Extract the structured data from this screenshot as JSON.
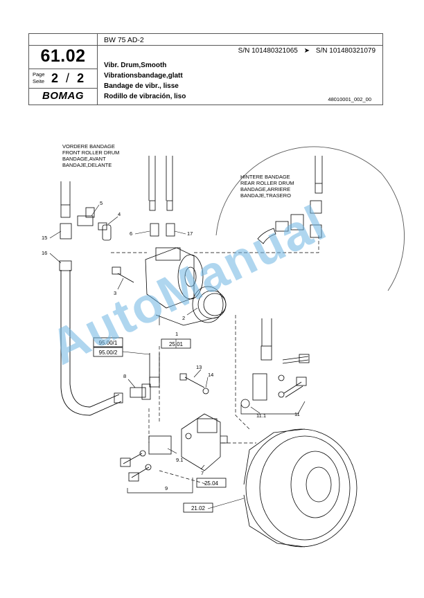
{
  "header": {
    "model": "BW 75 AD-2",
    "page_number": "61.02",
    "page_label": "Page",
    "seite_label": "Seite",
    "page_current": "2",
    "page_sep": "/",
    "page_total": "2",
    "brand": "BOMAG",
    "sn_from": "S/N 101480321065",
    "sn_arrow": "➤",
    "sn_to": "S/N 101480321079",
    "titles": [
      "Vibr. Drum,Smooth",
      "Vibrationsbandage,glatt",
      "Bandage de vibr., lisse",
      "Rodillo de vibración, liso"
    ],
    "doc_number": "48010001_002_00"
  },
  "drawing": {
    "front_label": [
      "VORDERE BANDAGE",
      "FRONT ROLLER DRUM",
      "BANDAGE,AVANT",
      "BANDAJE,DELANTE"
    ],
    "rear_label": [
      "HINTERE BANDAGE",
      "REAR ROLLER DRUM",
      "BANDAGE,ARRIERE",
      "BANDAJE,TRASERO"
    ],
    "callouts": {
      "c1": "1",
      "c2": "2",
      "c3": "3",
      "c4": "4",
      "c5": "5",
      "c6": "6",
      "c7": "7",
      "c8": "8",
      "c9": "9",
      "c9_1": "9.1",
      "c11": "11",
      "c11_1": "11.1",
      "c13": "13",
      "c14": "14",
      "c15": "15",
      "c16": "16",
      "c17": "17"
    },
    "refs": {
      "r1": "95.00/1",
      "r2": "95.00/2",
      "r3": "25.01",
      "r4": "25.04",
      "r5": "21.02"
    }
  },
  "watermark": "AutoManual"
}
